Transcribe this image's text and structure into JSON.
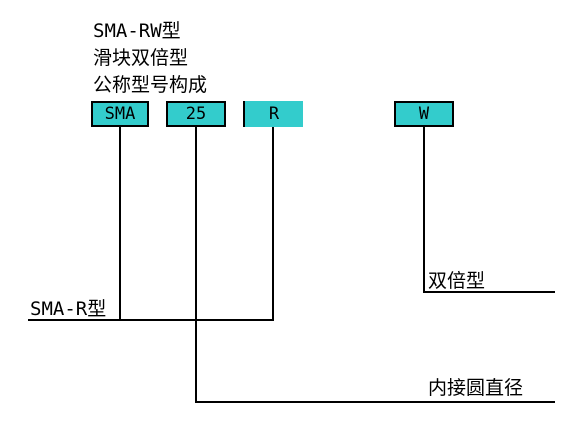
{
  "title": {
    "line1": "SMA-RW型",
    "line2": "滑块双倍型",
    "line3": "公称型号构成"
  },
  "code_boxes": [
    {
      "text": "SMA"
    },
    {
      "text": "25"
    },
    {
      "text": "R"
    },
    {
      "text": "W"
    }
  ],
  "labels": {
    "double_type": "双倍型",
    "sma_r_type": "SMA-R型",
    "inscribed_diameter": "内接圆直径"
  },
  "colors": {
    "box_fill": "#33cccc",
    "line": "#000000",
    "background": "#ffffff"
  }
}
